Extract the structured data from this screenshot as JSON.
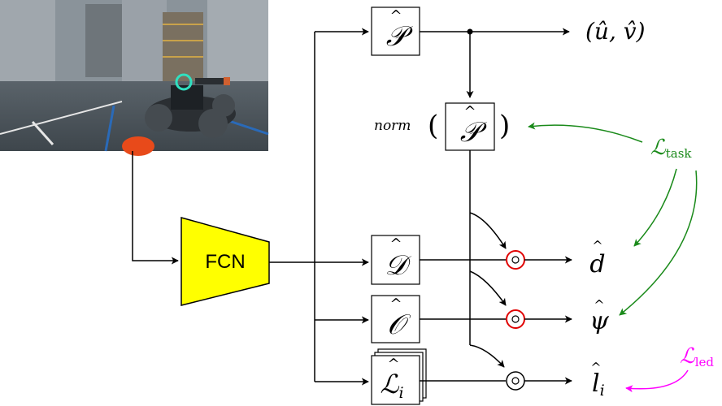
{
  "fcn": {
    "label": "FCN"
  },
  "blocks": {
    "p": "𝒫",
    "p_norm": "𝒫",
    "d": "𝒟",
    "o": "𝒪",
    "l": "ℒ",
    "l_sub": "i"
  },
  "norm": {
    "label": "norm",
    "open": "(",
    "close": ")"
  },
  "outputs": {
    "uv": "(û, v̂)",
    "d": "d",
    "psi": "ψ",
    "l": "l",
    "l_sub": "i"
  },
  "losses": {
    "task_symbol": "ℒ",
    "task_sub": "task",
    "led_symbol": "ℒ",
    "led_sub": "led"
  },
  "colors": {
    "fcn_fill": "#ffff00",
    "task": "#1a8a1a",
    "led": "#ff00ff",
    "odot_red": "#e00000",
    "odot_black": "#000000"
  },
  "icons": [
    "hat-accent-icon",
    "odot-icon",
    "arrow-icon",
    "camera-photo"
  ]
}
